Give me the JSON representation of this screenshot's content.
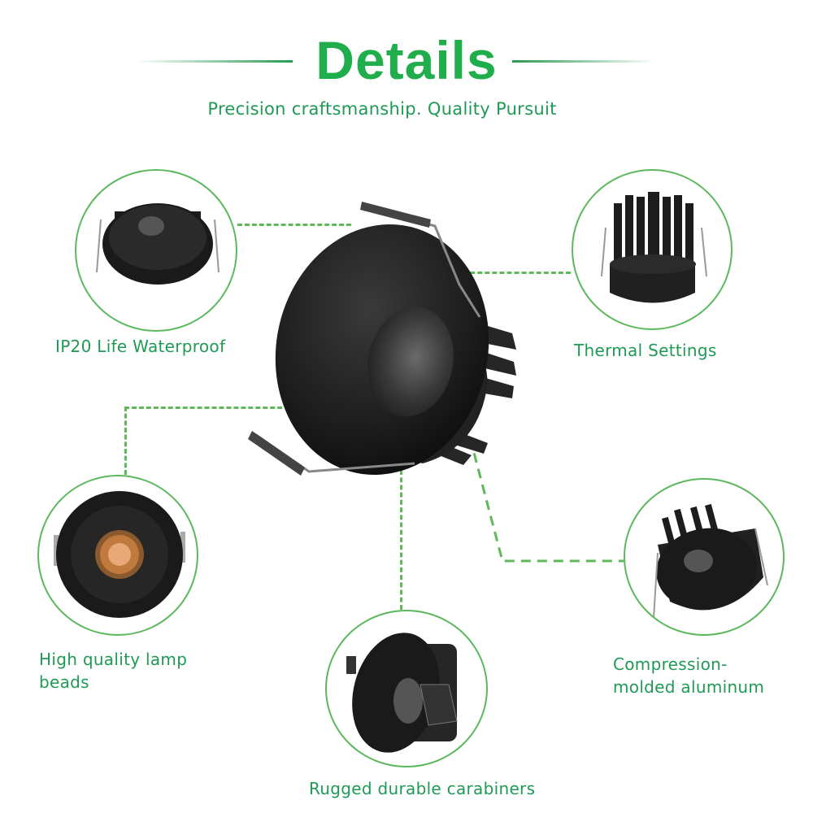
{
  "header": {
    "title": "Details",
    "subtitle": "Precision craftsmanship. Quality Pursuit"
  },
  "features": [
    {
      "label": "IP20 Life Waterproof",
      "icon": "downlight-front-view"
    },
    {
      "label": "Thermal Settings",
      "icon": "downlight-heatsink-view"
    },
    {
      "label_line1": "High quality lamp",
      "label_line2": "beads",
      "icon": "downlight-top-view-lamp-bead"
    },
    {
      "label": "Rugged durable carabiners",
      "icon": "downlight-side-view"
    },
    {
      "label_line1": "Compression-",
      "label_line2": "molded aluminum",
      "icon": "downlight-angled-view"
    }
  ],
  "colors": {
    "accent": "#1fae4b",
    "text_green": "#1f9a55",
    "circle_stroke": "#5cb85c",
    "product_black": "#1b1b1b"
  }
}
